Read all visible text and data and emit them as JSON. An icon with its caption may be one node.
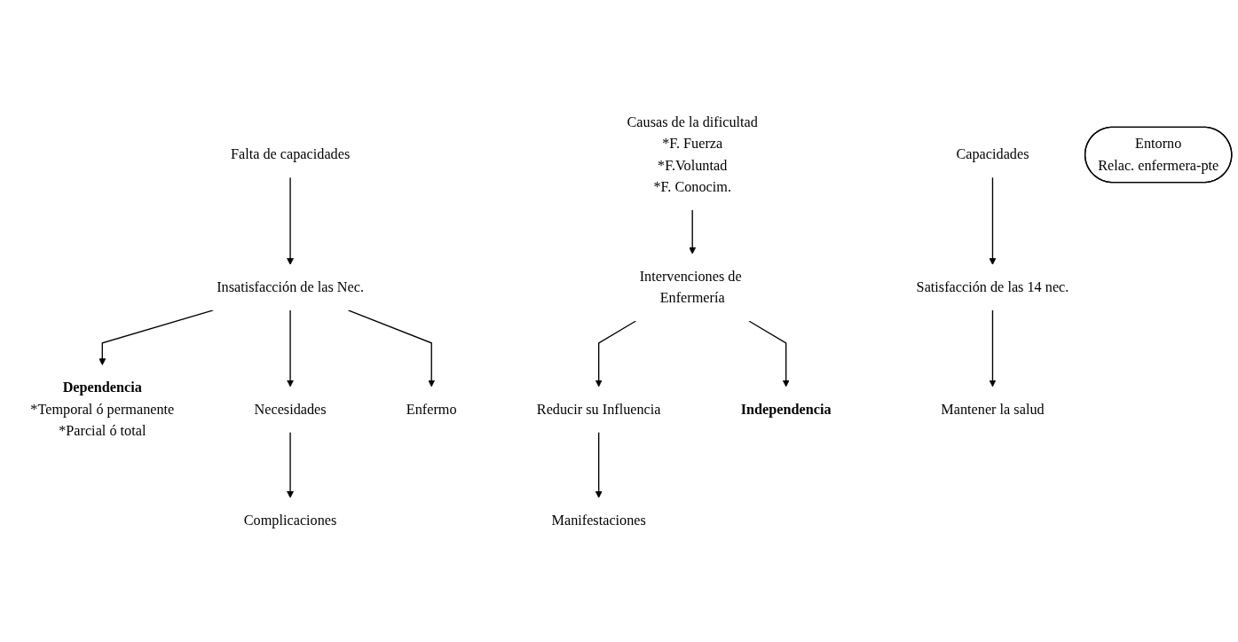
{
  "diagram": {
    "nodes": [
      {
        "text": [
          "Independencia"
        ]
      },
      {
        "text": [
          "Capacidades"
        ]
      },
      {
        "text": [
          "Falta de capacidades"
        ]
      },
      {
        "text": [
          "Satisfacción de las 14 nec."
        ]
      },
      {
        "text": [
          "Insatisfacción de las Nec."
        ]
      },
      {
        "text": [
          "Dependencia",
          "*Temporal ó permanente",
          "*Parcial ó total"
        ]
      },
      {
        "text": [
          "Causas de la dificultad",
          "*F. Fuerza",
          "*F.Voluntad",
          "*F. Conocim."
        ]
      },
      {
        "text": [
          "Necesidades"
        ]
      },
      {
        "text": [
          "Mantener la salud"
        ]
      },
      {
        "text": [
          "Enfermo"
        ]
      },
      {
        "text": [
          "Complicaciones"
        ]
      },
      {
        "text": [
          "Entorno",
          "Relac. enfermera-pte"
        ]
      },
      {
        "text": [
          "Reducir su Influencia"
        ]
      },
      {
        "text": [
          "Intervenciones de Enfermería"
        ]
      },
      {
        "text": [
          "Manifestaciones"
        ]
      }
    ],
    "edges": [
      {
        "from": 1,
        "to": 3,
        "arrow": "to"
      },
      {
        "from": 3,
        "to": 8,
        "arrow": "to"
      },
      {
        "from": 2,
        "to": 4,
        "arrow": "to"
      },
      {
        "from": 4,
        "to": 5,
        "arrow": "to"
      },
      {
        "from": 4,
        "to": 7,
        "arrow": "to"
      },
      {
        "from": 4,
        "to": 9,
        "arrow": "to"
      },
      {
        "from": 7,
        "to": 10,
        "arrow": "to"
      },
      {
        "from": 6,
        "to": 13,
        "arrow": "to"
      },
      {
        "from": 13,
        "to": 12,
        "arrow": "to"
      },
      {
        "from": 12,
        "to": 14,
        "arrow": "to"
      },
      {
        "from": 13,
        "to": 0,
        "arrow": "to"
      }
    ]
  }
}
